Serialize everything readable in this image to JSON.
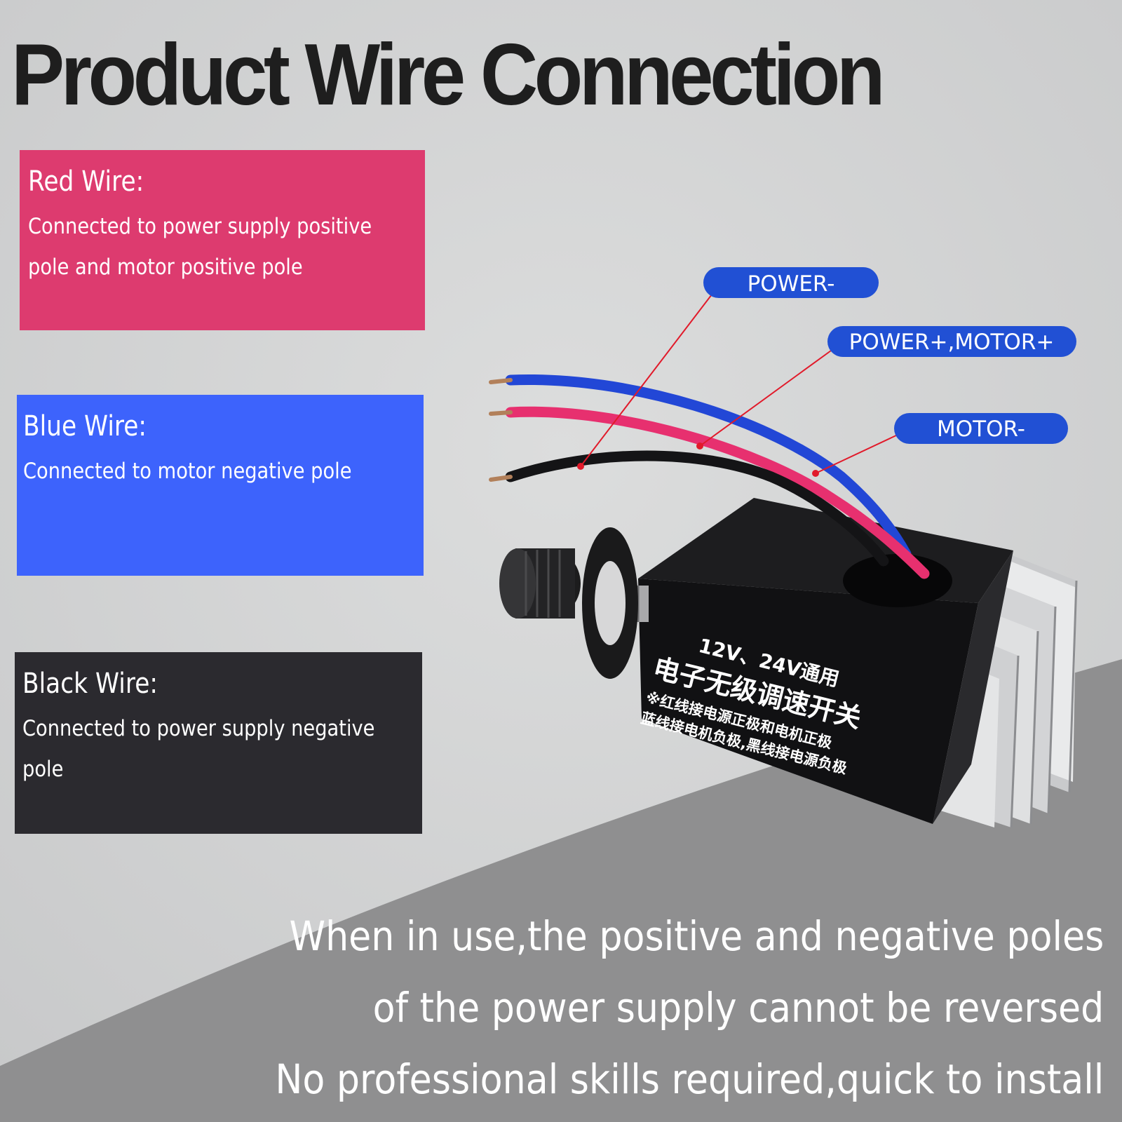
{
  "title": "Product Wire Connection",
  "wires": [
    {
      "heading": "Red Wire:",
      "description": "Connected to power supply positive pole and motor positive pole",
      "color": "#dd3b6f"
    },
    {
      "heading": "Blue Wire:",
      "description": "Connected to motor negative pole",
      "color": "#3d63fc"
    },
    {
      "heading": "Black Wire:",
      "description": "Connected to power supply negative pole",
      "color": "#2b2a2f"
    }
  ],
  "terminals": {
    "power_neg": "POWER-",
    "power_pos_motor_pos": "POWER+,MOTOR+",
    "motor_neg": "MOTOR-"
  },
  "device_label": {
    "line1": "12V、24V通用",
    "line2": "电子无级调速开关",
    "line3": "※红线接电源正极和电机正极",
    "line4": "蓝线接电机负极,黑线接电源负极"
  },
  "notes": [
    "When in use,the positive and negative poles",
    "of the power supply cannot be reversed",
    "No professional skills required,quick to install"
  ],
  "colors": {
    "label_pill": "#2150d4",
    "pointer_line": "#e11a2a",
    "lower_band": "#8f8f90",
    "background": "#d4d5d6"
  }
}
